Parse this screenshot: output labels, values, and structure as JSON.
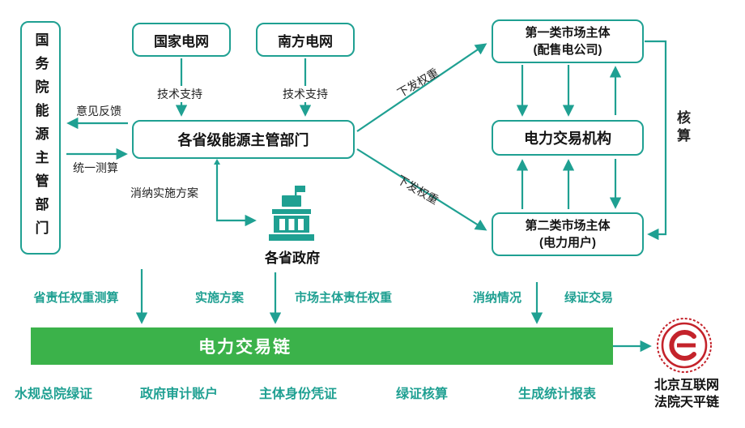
{
  "colors": {
    "teal": "#1fa092",
    "green": "#3bb24a",
    "red": "#c4232b"
  },
  "nodes": {
    "state_council": "国务院能源主管部门",
    "state_grid": "国家电网",
    "southern_grid": "南方电网",
    "provincial_dept": "各省级能源主管部门",
    "provincial_gov": "各省政府",
    "market_type1_line1": "第一类市场主体",
    "market_type1_line2": "(配售电公司)",
    "trading_org": "电力交易机构",
    "market_type2_line1": "第二类市场主体",
    "market_type2_line2": "(电力用户)"
  },
  "edges": {
    "tech_support_left": "技术支持",
    "tech_support_right": "技术支持",
    "feedback": "意见反馈",
    "unified_measure": "统一测算",
    "consumption_plan": "消纳实施方案",
    "issue_weight_upper": "下发权重",
    "issue_weight_lower": "下发权重",
    "accounting": "核算"
  },
  "chain": {
    "bar": "电力交易链",
    "inputs": [
      "省责任权重测算",
      "实施方案",
      "市场主体责任权重",
      "消纳情况",
      "绿证交易"
    ],
    "outputs": [
      "水规总院绿证",
      "政府审计账户",
      "主体身份凭证",
      "绿证核算",
      "生成统计报表"
    ]
  },
  "court": {
    "line1": "北京互联网",
    "line2": "法院天平链"
  }
}
